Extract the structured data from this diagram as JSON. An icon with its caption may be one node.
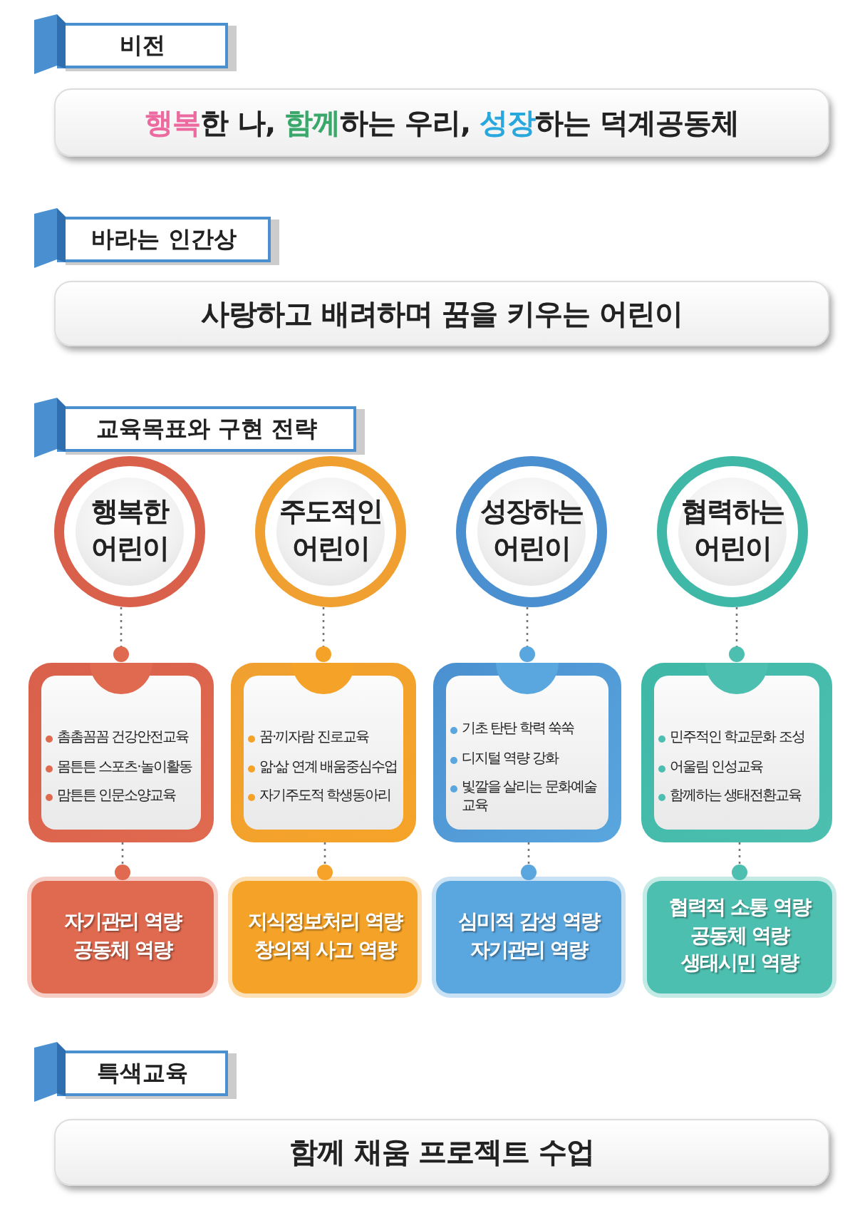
{
  "diagram": {
    "nodes": [
      {
        "text": [
          "비전"
        ]
      },
      {
        "text": [
          "**행복**한 나, **함께**하는 우리, **성장**하는 덕계공동체"
        ]
      },
      {
        "text": [
          "바라는 인간상"
        ]
      },
      {
        "text": [
          "사랑하고 배려하며 꿈을 키우는 어린이"
        ]
      },
      {
        "text": [
          "교육목표와 구현 전략"
        ]
      },
      {
        "text": [
          "행복한 어린이"
        ]
      },
      {
        "text": [
          "주도적인 어린이"
        ]
      },
      {
        "text": [
          "성장하는 어린이"
        ]
      },
      {
        "text": [
          "협력하는 어린이"
        ]
      },
      {
        "text": [
          "촘촘꼼꼼 건강안전교육",
          "몸튼튼 스포츠·놀이활동",
          "맘튼튼 인문소양교육"
        ]
      },
      {
        "text": [
          "꿈·끼자람 진로교육",
          "앎·삶 연계 배움중심수업",
          "자기주도적 학생동아리"
        ]
      },
      {
        "text": [
          "기초 탄탄 학력 쑥쑥",
          "디지털 역량 강화",
          "빛깔을 살리는 문화예술교육"
        ]
      },
      {
        "text": [
          "민주적인 학교문화 조성",
          "어울림 인성교육",
          "함께하는 생태전환교육"
        ]
      },
      {
        "text": [
          "자기관리 역량",
          "공동체 역량"
        ]
      },
      {
        "text": [
          "지식정보처리 역량",
          "창의적 사고 역량"
        ]
      },
      {
        "text": [
          "심미적 감성 역량",
          "자기관리 역량"
        ]
      },
      {
        "text": [
          "협력적 소통 역량",
          "공동체 역량",
          "생태시민 역량"
        ]
      },
      {
        "text": [
          "특색교육"
        ]
      },
      {
        "text": [
          "함께 채움 프로젝트 수업"
        ]
      }
    ],
    "edges": [
      {
        "from": 5,
        "to": 9,
        "arrow": "other",
        "style": "dashed"
      },
      {
        "from": 6,
        "to": 10,
        "arrow": "other",
        "style": "dashed"
      },
      {
        "from": 7,
        "to": 11,
        "arrow": "other",
        "style": "dashed"
      },
      {
        "from": 8,
        "to": 12,
        "arrow": "other",
        "style": "dashed"
      },
      {
        "from": 9,
        "to": 13,
        "arrow": "other",
        "style": "dashed"
      },
      {
        "from": 10,
        "to": 14,
        "arrow": "other",
        "style": "dashed"
      },
      {
        "from": 11,
        "to": 15,
        "arrow": "other",
        "style": "dashed"
      },
      {
        "from": 12,
        "to": 16,
        "arrow": "other",
        "style": "dashed"
      }
    ]
  }
}
